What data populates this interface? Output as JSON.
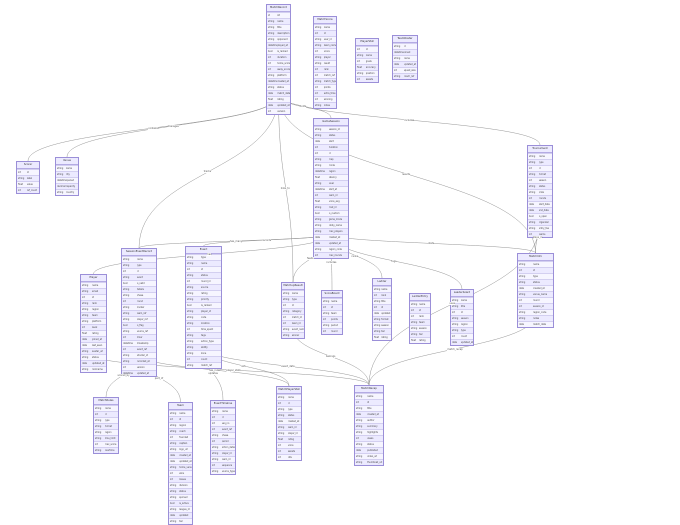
{
  "entities": [
    {
      "id": "e1",
      "title": "MatchRecord",
      "attrs": [
        [
          "id",
          "int"
        ],
        [
          "string",
          "name"
        ],
        [
          "string",
          "title"
        ],
        [
          "string",
          "description"
        ],
        [
          "string",
          "opponent"
        ],
        [
          "datetime",
          "played_at"
        ],
        [
          "bool",
          "is_ranked"
        ],
        [
          "int",
          "duration"
        ],
        [
          "int",
          "home_score_id"
        ],
        [
          "int",
          "away_score_id"
        ],
        [
          "string",
          "platform"
        ],
        [
          "datetime",
          "created_at"
        ],
        [
          "string",
          "status"
        ],
        [
          "date",
          "match_date"
        ],
        [
          "float",
          "rating"
        ],
        [
          "date",
          "updated_at"
        ],
        [
          "int",
          "version"
        ]
      ]
    },
    {
      "id": "e2",
      "title": "MatchScore",
      "attrs": [
        [
          "string",
          "name"
        ],
        [
          "int",
          "id"
        ],
        [
          "string",
          "user_id"
        ],
        [
          "string",
          "team_name"
        ],
        [
          "int",
          "score"
        ],
        [
          "string",
          "player"
        ],
        [
          "string",
          "result"
        ],
        [
          "int",
          "rank"
        ],
        [
          "int",
          "match_ref"
        ],
        [
          "string",
          "match_type"
        ],
        [
          "int",
          "points"
        ],
        [
          "int",
          "extra_time"
        ],
        [
          "int",
          "winning"
        ],
        [
          "string",
          "notes"
        ]
      ]
    },
    {
      "id": "e3",
      "title": "PlayerStat",
      "attrs": [
        [
          "int",
          "id"
        ],
        [
          "string",
          "name"
        ],
        [
          "int",
          "goals"
        ],
        [
          "float",
          "accuracy"
        ],
        [
          "string",
          "position"
        ],
        [
          "int",
          "assists"
        ]
      ]
    },
    {
      "id": "e4",
      "title": "TeamRoster",
      "attrs": [
        [
          "string",
          "id"
        ],
        [
          "datetime",
          "joined"
        ],
        [
          "string",
          "name"
        ],
        [
          "date",
          "updated_at"
        ],
        [
          "int",
          "squad_size"
        ],
        [
          "string",
          "coach_ref"
        ]
      ]
    },
    {
      "id": "e5",
      "title": "Scorer",
      "attrs": [
        [
          "int",
          "id"
        ],
        [
          "string",
          "label"
        ],
        [
          "float",
          "value"
        ],
        [
          "int",
          "ref_count"
        ]
      ]
    },
    {
      "id": "e6",
      "title": "Venue",
      "attrs": [
        [
          "string",
          "name"
        ],
        [
          "string",
          "city"
        ],
        [
          "datetime",
          "opened"
        ],
        [
          "decimal",
          "capacity"
        ],
        [
          "string",
          "country"
        ]
      ]
    },
    {
      "id": "e7",
      "title": "GameSession",
      "attrs": [
        [
          "string",
          "session_id"
        ],
        [
          "string",
          "status"
        ],
        [
          "date",
          "start"
        ],
        [
          "int",
          "duration"
        ],
        [
          "int",
          "id"
        ],
        [
          "string",
          "map"
        ],
        [
          "string",
          "mode"
        ],
        [
          "datetime",
          "region"
        ],
        [
          "float",
          "latency"
        ],
        [
          "string",
          "level"
        ],
        [
          "datetime",
          "start_at"
        ],
        [
          "int",
          "team_id"
        ],
        [
          "float",
          "score_avg"
        ],
        [
          "string",
          "host_id"
        ],
        [
          "bool",
          "is_custom"
        ],
        [
          "string",
          "game_mode"
        ],
        [
          "string",
          "lobby_name"
        ],
        [
          "string",
          "max_players"
        ],
        [
          "date",
          "created_at"
        ],
        [
          "date",
          "updated_at"
        ],
        [
          "string",
          "region_code"
        ],
        [
          "int",
          "max_rounds"
        ]
      ]
    },
    {
      "id": "e8",
      "title": "Tournament",
      "attrs": [
        [
          "string",
          "name"
        ],
        [
          "string",
          "type"
        ],
        [
          "int",
          "id"
        ],
        [
          "string",
          "format"
        ],
        [
          "int",
          "season"
        ],
        [
          "string",
          "status"
        ],
        [
          "string",
          "prize"
        ],
        [
          "int",
          "rounds"
        ],
        [
          "date",
          "start_date"
        ],
        [
          "date",
          "end_date"
        ],
        [
          "bool",
          "is_open"
        ],
        [
          "string",
          "organizer"
        ],
        [
          "string",
          "entry_fee"
        ],
        [
          "int",
          "teams"
        ]
      ]
    },
    {
      "id": "e9",
      "title": "SessionEventRecord",
      "attrs": [
        [
          "string",
          "name"
        ],
        [
          "string",
          "type"
        ],
        [
          "int",
          "id"
        ],
        [
          "string",
          "event"
        ],
        [
          "bool",
          "is_valid"
        ],
        [
          "string",
          "details"
        ],
        [
          "string",
          "phase"
        ],
        [
          "int",
          "round"
        ],
        [
          "string",
          "tracker"
        ],
        [
          "string",
          "team_ref"
        ],
        [
          "string",
          "player_ref"
        ],
        [
          "bool",
          "is_flag"
        ],
        [
          "string",
          "source_ref"
        ],
        [
          "int",
          "timer"
        ],
        [
          "datetime",
          "timestamp"
        ],
        [
          "int",
          "event_ref"
        ],
        [
          "string",
          "shooter_id"
        ],
        [
          "string",
          "recorded_at"
        ],
        [
          "int",
          "version"
        ],
        [
          "datetime",
          "updated_at"
        ]
      ]
    },
    {
      "id": "e10",
      "title": "Event",
      "attrs": [
        [
          "string",
          "type"
        ],
        [
          "string",
          "name"
        ],
        [
          "int",
          "id"
        ],
        [
          "string",
          "status"
        ],
        [
          "int",
          "round_id"
        ],
        [
          "string",
          "source"
        ],
        [
          "string",
          "rating"
        ],
        [
          "string",
          "priority"
        ],
        [
          "bool",
          "is_ranked"
        ],
        [
          "string",
          "player_id"
        ],
        [
          "string",
          "code"
        ],
        [
          "string",
          "location"
        ],
        [
          "int",
          "time_spent"
        ],
        [
          "string",
          "tags"
        ],
        [
          "string",
          "action_type"
        ],
        [
          "string",
          "ability"
        ],
        [
          "string",
          "zone"
        ],
        [
          "int",
          "count"
        ],
        [
          "string",
          "match_ref"
        ]
      ]
    },
    {
      "id": "e11",
      "title": "Player",
      "attrs": [
        [
          "string",
          "name"
        ],
        [
          "string",
          "email"
        ],
        [
          "int",
          "id"
        ],
        [
          "string",
          "rank"
        ],
        [
          "string",
          "region"
        ],
        [
          "string",
          "team"
        ],
        [
          "string",
          "platform"
        ],
        [
          "int",
          "level"
        ],
        [
          "float",
          "rating"
        ],
        [
          "date",
          "joined_at"
        ],
        [
          "date",
          "last_seen"
        ],
        [
          "string",
          "avatar_url"
        ],
        [
          "string",
          "status"
        ],
        [
          "date",
          "updated_at"
        ],
        [
          "string",
          "nickname"
        ]
      ]
    },
    {
      "id": "e12",
      "title": "MatchupResult",
      "attrs": [
        [
          "string",
          "name"
        ],
        [
          "string",
          "type"
        ],
        [
          "int",
          "id"
        ],
        [
          "string",
          "category"
        ],
        [
          "int",
          "match_id"
        ],
        [
          "int",
          "team_id"
        ],
        [
          "string",
          "event_name"
        ],
        [
          "string",
          "winner"
        ]
      ]
    },
    {
      "id": "e13",
      "title": "ScoreBoard",
      "attrs": [
        [
          "string",
          "name"
        ],
        [
          "int",
          "id"
        ],
        [
          "string",
          "team"
        ],
        [
          "int",
          "points"
        ],
        [
          "string",
          "period"
        ],
        [
          "int",
          "round"
        ]
      ]
    },
    {
      "id": "e14",
      "title": "Ladder",
      "attrs": [
        [
          "string",
          "name"
        ],
        [
          "int",
          "rank"
        ],
        [
          "string",
          "title"
        ],
        [
          "int",
          "id"
        ],
        [
          "date",
          "updated"
        ],
        [
          "string",
          "format"
        ],
        [
          "string",
          "season"
        ],
        [
          "string",
          "tier"
        ],
        [
          "float",
          "rating"
        ]
      ]
    },
    {
      "id": "e15",
      "title": "LadderEntry",
      "attrs": [
        [
          "string",
          "name"
        ],
        [
          "int",
          "id"
        ],
        [
          "int",
          "rank"
        ],
        [
          "string",
          "team"
        ],
        [
          "string",
          "season"
        ],
        [
          "string",
          "tier"
        ],
        [
          "float",
          "rating"
        ]
      ]
    },
    {
      "id": "e16",
      "title": "Leaderboard",
      "attrs": [
        [
          "string",
          "name"
        ],
        [
          "string",
          "title"
        ],
        [
          "int",
          "id"
        ],
        [
          "string",
          "season"
        ],
        [
          "string",
          "region"
        ],
        [
          "string",
          "type"
        ],
        [
          "int",
          "count"
        ],
        [
          "date",
          "updated_at"
        ]
      ]
    },
    {
      "id": "e17",
      "title": "MatchInfo",
      "attrs": [
        [
          "string",
          "name"
        ],
        [
          "int",
          "id"
        ],
        [
          "string",
          "type"
        ],
        [
          "string",
          "status"
        ],
        [
          "date",
          "created_at"
        ],
        [
          "string",
          "venue_name"
        ],
        [
          "int",
          "round"
        ],
        [
          "int",
          "season_id"
        ],
        [
          "string",
          "region_code"
        ],
        [
          "string",
          "notes"
        ],
        [
          "date",
          "match_date"
        ]
      ]
    },
    {
      "id": "e18",
      "title": "MatchRules",
      "attrs": [
        [
          "string",
          "name"
        ],
        [
          "int",
          "id"
        ],
        [
          "string",
          "type"
        ],
        [
          "string",
          "format"
        ],
        [
          "string",
          "region"
        ],
        [
          "string",
          "time_limit"
        ],
        [
          "int",
          "max_score"
        ],
        [
          "string",
          "overtime"
        ]
      ]
    },
    {
      "id": "e19",
      "title": "Team",
      "attrs": [
        [
          "string",
          "name"
        ],
        [
          "int",
          "id"
        ],
        [
          "string",
          "region"
        ],
        [
          "string",
          "coach"
        ],
        [
          "int",
          "founded"
        ],
        [
          "string",
          "captain"
        ],
        [
          "string",
          "logo_url"
        ],
        [
          "date",
          "created_at"
        ],
        [
          "date",
          "updated_at"
        ],
        [
          "string",
          "home_venue"
        ],
        [
          "int",
          "wins"
        ],
        [
          "int",
          "losses"
        ],
        [
          "string",
          "division"
        ],
        [
          "string",
          "status"
        ],
        [
          "string",
          "sponsor"
        ],
        [
          "bool",
          "is_active"
        ],
        [
          "string",
          "league_id"
        ],
        [
          "date",
          "updated"
        ],
        [
          "string",
          "tier"
        ]
      ]
    },
    {
      "id": "e20",
      "title": "EventTimeline",
      "attrs": [
        [
          "string",
          "name"
        ],
        [
          "int",
          "id"
        ],
        [
          "int",
          "seq_no"
        ],
        [
          "int",
          "event_ref"
        ],
        [
          "string",
          "phase"
        ],
        [
          "int",
          "period"
        ],
        [
          "string",
          "action_detail"
        ],
        [
          "string",
          "player_id"
        ],
        [
          "string",
          "team_id"
        ],
        [
          "int",
          "sequence"
        ],
        [
          "string",
          "source_type"
        ]
      ]
    },
    {
      "id": "e21",
      "title": "MatchPlayerStat",
      "attrs": [
        [
          "string",
          "name"
        ],
        [
          "int",
          "id"
        ],
        [
          "string",
          "type"
        ],
        [
          "string",
          "status"
        ],
        [
          "date",
          "created_at"
        ],
        [
          "string",
          "team_id"
        ],
        [
          "string",
          "player_id"
        ],
        [
          "float",
          "rating"
        ],
        [
          "int",
          "score"
        ],
        [
          "int",
          "assists"
        ],
        [
          "int",
          "kills"
        ]
      ]
    },
    {
      "id": "e22",
      "title": "MatchRecap",
      "attrs": [
        [
          "string",
          "name"
        ],
        [
          "int",
          "id"
        ],
        [
          "string",
          "title"
        ],
        [
          "date",
          "created_at"
        ],
        [
          "string",
          "author"
        ],
        [
          "string",
          "summary"
        ],
        [
          "string",
          "highlights"
        ],
        [
          "int",
          "views"
        ],
        [
          "string",
          "status"
        ],
        [
          "date",
          "published"
        ],
        [
          "string",
          "video_url"
        ],
        [
          "string",
          "thumbnail_url"
        ]
      ]
    }
  ],
  "relations": [
    {
      "label": "contains"
    },
    {
      "label": "manages"
    },
    {
      "label": "holds"
    },
    {
      "label": "includes"
    },
    {
      "label": "tracks"
    },
    {
      "label": "results"
    },
    {
      "label": "links_to"
    },
    {
      "label": "has_many"
    },
    {
      "label": "records"
    },
    {
      "label": "has"
    },
    {
      "label": "feeds"
    },
    {
      "label": "includes"
    },
    {
      "label": "ranks"
    },
    {
      "label": "logs"
    },
    {
      "label": "stats"
    },
    {
      "label": "plays_in"
    },
    {
      "label": "uses"
    },
    {
      "label": "part_of"
    },
    {
      "label": "scored_by"
    },
    {
      "label": "updates"
    },
    {
      "label": "refs"
    },
    {
      "label": "player_stats"
    },
    {
      "label": "match_recap"
    },
    {
      "label": "event_data"
    },
    {
      "label": "has_rules"
    },
    {
      "label": "belongs"
    }
  ],
  "colors": {
    "node_fill": "#eceaff",
    "node_border": "#9b8fd8",
    "edge": "#8a8a8a",
    "text": "#333333"
  }
}
